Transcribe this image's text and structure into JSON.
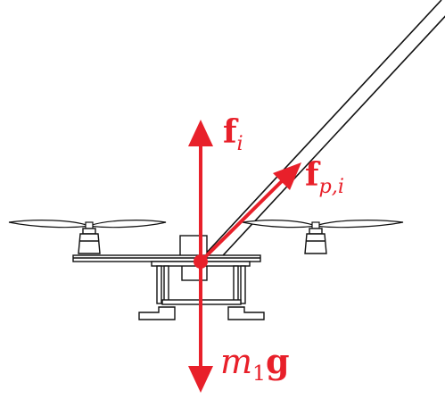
{
  "colors": {
    "force": "#e8202a",
    "line": "#111111",
    "background": "#ffffff"
  },
  "labels": {
    "thrust": {
      "symbol": "f",
      "subscript": "i"
    },
    "cable_force": {
      "symbol": "f",
      "subscript": "p,i"
    },
    "gravity": {
      "mass": "m",
      "mass_subscript": "1",
      "accel": "g"
    }
  }
}
